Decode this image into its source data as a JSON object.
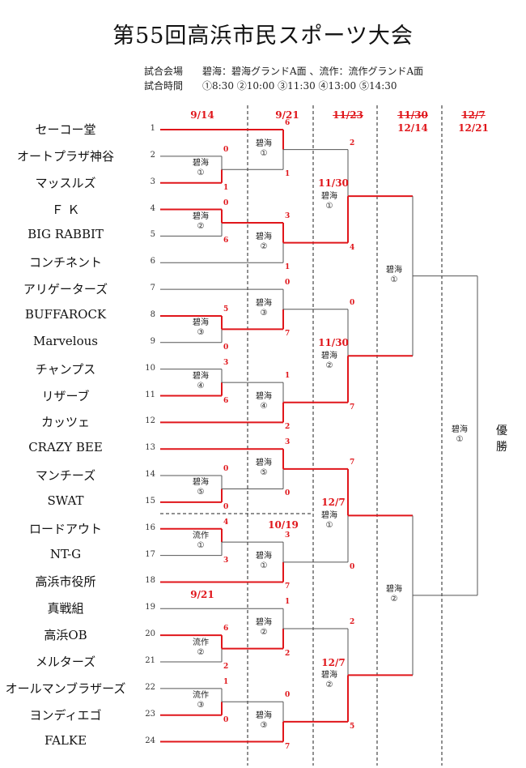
{
  "title": "第55回高浜市民スポーツ大会",
  "venue_line": "試合会場　　碧海：碧海グランドA面 、流作：流作グランドA面",
  "time_line": "試合時間　　①8:30 ②10:00 ③11:30 ④13:00 ⑤14:30",
  "teams": [
    "セーコー堂",
    "オートプラザ神谷",
    "マッスルズ",
    "Ｆ Ｋ",
    "BIG RABBIT",
    "コンチネント",
    "アリゲーターズ",
    "BUFFAROCK",
    "Marvelous",
    "チャンプス",
    "リザーブ",
    "カッツェ",
    "CRAZY BEE",
    "マンチーズ",
    "SWAT",
    "ロードアウト",
    "NT-G",
    "高浜市役所",
    "真戦組",
    "高浜OB",
    "メルターズ",
    "オールマンブラザーズ",
    "ヨンディエゴ",
    "FALKE"
  ],
  "seeds": [
    "1",
    "2",
    "3",
    "4",
    "5",
    "6",
    "7",
    "8",
    "9",
    "10",
    "11",
    "12",
    "13",
    "14",
    "15",
    "16",
    "17",
    "18",
    "19",
    "20",
    "21",
    "22",
    "23",
    "24"
  ],
  "dates": {
    "r1": "9/14",
    "r2": "9/21",
    "qf_old": "11/23",
    "sf_old": "11/30",
    "sf_new": "12/14",
    "final_old": "12/7",
    "final_new": "12/21",
    "r2_lower": "10/19",
    "r1_lower": "9/21",
    "qf1": "11/30",
    "qf2": "11/30",
    "qf3": "12/7",
    "qf4": "12/7"
  },
  "venues": {
    "r1_1": [
      "碧海",
      "①"
    ],
    "r1_2": [
      "碧海",
      "②"
    ],
    "r1_3": [
      "碧海",
      "③"
    ],
    "r1_4": [
      "碧海",
      "④"
    ],
    "r1_5": [
      "碧海",
      "⑤"
    ],
    "r1_6": [
      "流作",
      "①"
    ],
    "r1_7": [
      "流作",
      "②"
    ],
    "r1_8": [
      "流作",
      "③"
    ],
    "r2_1": [
      "碧海",
      "①"
    ],
    "r2_2": [
      "碧海",
      "②"
    ],
    "r2_3": [
      "碧海",
      "③"
    ],
    "r2_4": [
      "碧海",
      "④"
    ],
    "r2_5": [
      "碧海",
      "⑤"
    ],
    "r2_6": [
      "碧海",
      "①"
    ],
    "r2_7": [
      "碧海",
      "②"
    ],
    "r2_8": [
      "碧海",
      "③"
    ],
    "qf_1": [
      "碧海",
      "①"
    ],
    "qf_2": [
      "碧海",
      "②"
    ],
    "qf_3": [
      "碧海",
      "①"
    ],
    "qf_4": [
      "碧海",
      "②"
    ],
    "sf_1": [
      "碧海",
      "①"
    ],
    "sf_2": [
      "碧海",
      "②"
    ],
    "final": [
      "碧海",
      "①"
    ]
  },
  "scores": {
    "r1": [
      [
        "0",
        "1"
      ],
      [
        "0",
        "6"
      ],
      [
        "5",
        "0"
      ],
      [
        "3",
        "6"
      ],
      [
        "0",
        "0"
      ],
      [
        "4",
        "3"
      ],
      [
        "6",
        "2"
      ],
      [
        "1",
        "0"
      ]
    ],
    "r2": [
      [
        "6",
        "1"
      ],
      [
        "3",
        "1"
      ],
      [
        "0",
        "7"
      ],
      [
        "1",
        "2"
      ],
      [
        "3",
        "0"
      ],
      [
        "3",
        "7"
      ],
      [
        "1",
        "2"
      ],
      [
        "0",
        "7"
      ]
    ],
    "qf": [
      [
        "2",
        "4"
      ],
      [
        "0",
        "7"
      ],
      [
        "7",
        "0"
      ],
      [
        "2",
        "5"
      ]
    ]
  },
  "champion_label": "優勝",
  "colors": {
    "win": "#e0161b",
    "loss": "#555555"
  }
}
